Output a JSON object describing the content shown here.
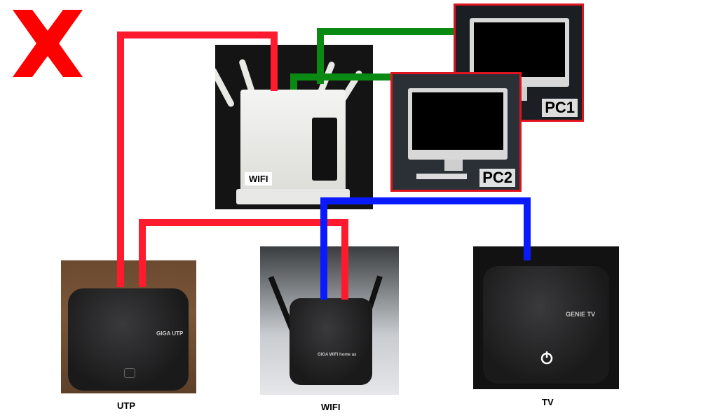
{
  "labels": {
    "router_top": "WIFI",
    "pc1": "PC1",
    "pc2": "PC2",
    "utp": "UTP",
    "wifi_bottom": "WIFI",
    "tv": "TV"
  },
  "device_text": {
    "utp_brand": "GIGA UTP",
    "wifi_brand": "GIGA WiFi home ax",
    "tv_brand": "GENIE TV"
  },
  "colors": {
    "cross_mark": "#ff0000",
    "cable_red": "#ff1a2e",
    "cable_green": "#0a8a12",
    "cable_blue": "#0a1aff",
    "pc_frame": "#e0141e"
  },
  "icons": {
    "cross": "x-mark-icon",
    "tv_power": "power-icon"
  }
}
